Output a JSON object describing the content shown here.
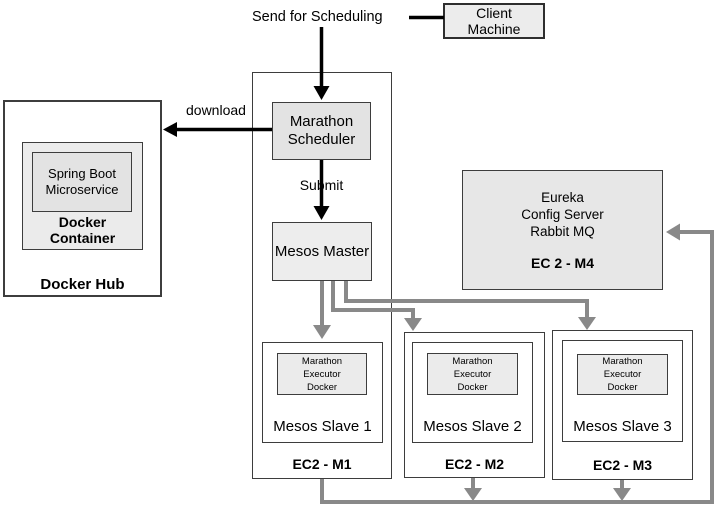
{
  "colors": {
    "black_line": "#000000",
    "gray_line": "#898989",
    "box_border": "#3d3d3d",
    "fill_scheduler": "#e3e3e3",
    "fill_master": "#ededed",
    "fill_executor": "#ebebeb",
    "fill_eureka": "#e7e7e7",
    "fill_client": "#ececec"
  },
  "labels": {
    "send_for_scheduling": "Send for Scheduling",
    "download": "download",
    "submit": "Submit"
  },
  "client_machine": {
    "line1": "Client",
    "line2": "Machine"
  },
  "docker_hub": {
    "title": "Docker Hub",
    "container_line1": "Docker",
    "container_line2": "Container",
    "service_line1": "Spring Boot",
    "service_line2": "Microservice"
  },
  "scheduler": {
    "line1": "Marathon",
    "line2": "Scheduler"
  },
  "mesos_master": {
    "label": "Mesos Master"
  },
  "eureka": {
    "line1": "Eureka",
    "line2": "Config Server",
    "line3": "Rabbit MQ",
    "machine": "EC 2 - M4"
  },
  "slaves": [
    {
      "executor_line1": "Marathon",
      "executor_line2": "Executor",
      "executor_line3": "Docker",
      "name": "Mesos Slave 1",
      "machine": "EC2 - M1"
    },
    {
      "executor_line1": "Marathon",
      "executor_line2": "Executor",
      "executor_line3": "Docker",
      "name": "Mesos Slave 2",
      "machine": "EC2 - M2"
    },
    {
      "executor_line1": "Marathon",
      "executor_line2": "Executor",
      "executor_line3": "Docker",
      "name": "Mesos Slave 3",
      "machine": "EC2 - M3"
    }
  ]
}
